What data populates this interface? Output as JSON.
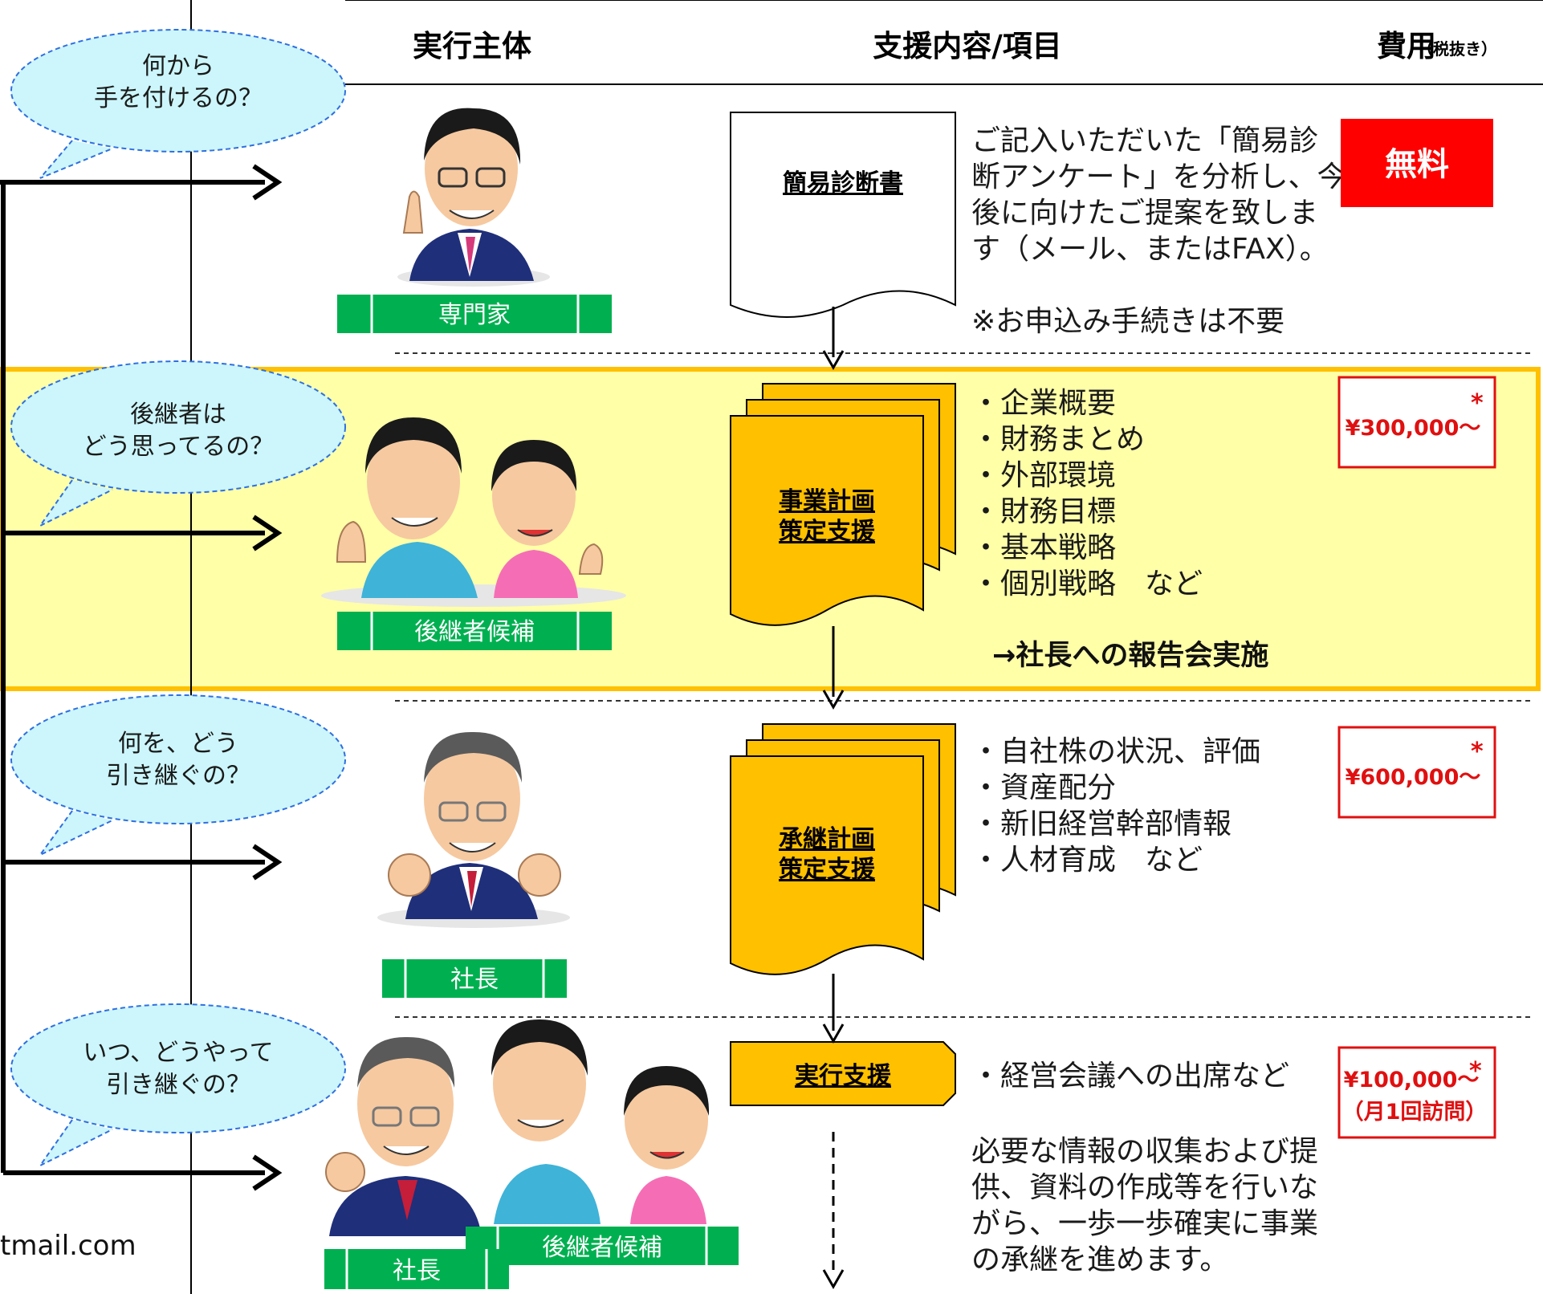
{
  "headers": {
    "actor": "実行主体",
    "content": "支援内容/項目",
    "cost": "費用",
    "cost_note": "（税抜き）"
  },
  "bubbles": [
    {
      "line1": "何から",
      "line2": "手を付けるの？"
    },
    {
      "line1": "後継者は",
      "line2": "どう思ってるの？"
    },
    {
      "line1": "何を、どう",
      "line2": "引き継ぐの？"
    },
    {
      "line1": "いつ、どうやって",
      "line2": "引き継ぐの？"
    }
  ],
  "steps": [
    {
      "actor": "専門家",
      "doc": [
        "簡易診断書"
      ],
      "desc": [
        "ご記入いただいた「簡易診",
        "断アンケート」を分析し、今",
        "後に向けたご提案を致しま",
        "す（メール、またはFAX）。",
        "",
        "※お申込み手続きは不要"
      ],
      "price": "無料"
    },
    {
      "actor": "後継者候補",
      "doc": [
        "事業計画",
        "策定支援"
      ],
      "desc": [
        "・企業概要",
        "・財務まとめ",
        "・外部環境",
        "・財務目標",
        "・基本戦略",
        "・個別戦略　など"
      ],
      "extra": "→社長への報告会実施",
      "price": "¥300,000～",
      "star": "*"
    },
    {
      "actor": "社長",
      "doc": [
        "承継計画",
        "策定支援"
      ],
      "desc": [
        "・自社株の状況、評価",
        "・資産配分",
        "・新旧経営幹部情報",
        "・人材育成　など"
      ],
      "price": "¥600,000～",
      "star": "*"
    },
    {
      "actor_a": "社長",
      "actor_b": "後継者候補",
      "doc": [
        "実行支援"
      ],
      "desc": [
        "・経営会議への出席など",
        "",
        "必要な情報の収集および提",
        "供、資料の作成等を行いな",
        "がら、一歩一歩確実に事業",
        "の承継を進めます。"
      ],
      "price": "¥100,000～",
      "price_note": "（月1回訪問）",
      "star": "*"
    }
  ],
  "footer_email": "tmail.com",
  "colors": {
    "actor_label_bg": "#00b050",
    "doc_fill": "#ffc000",
    "highlight_bg": "#ffffa8",
    "highlight_border": "#ffc000",
    "bubble_fill": "#ccf6fb",
    "bubble_border": "#2f6fe0",
    "price_red": "#e01010",
    "free_bg": "#ff0000"
  }
}
